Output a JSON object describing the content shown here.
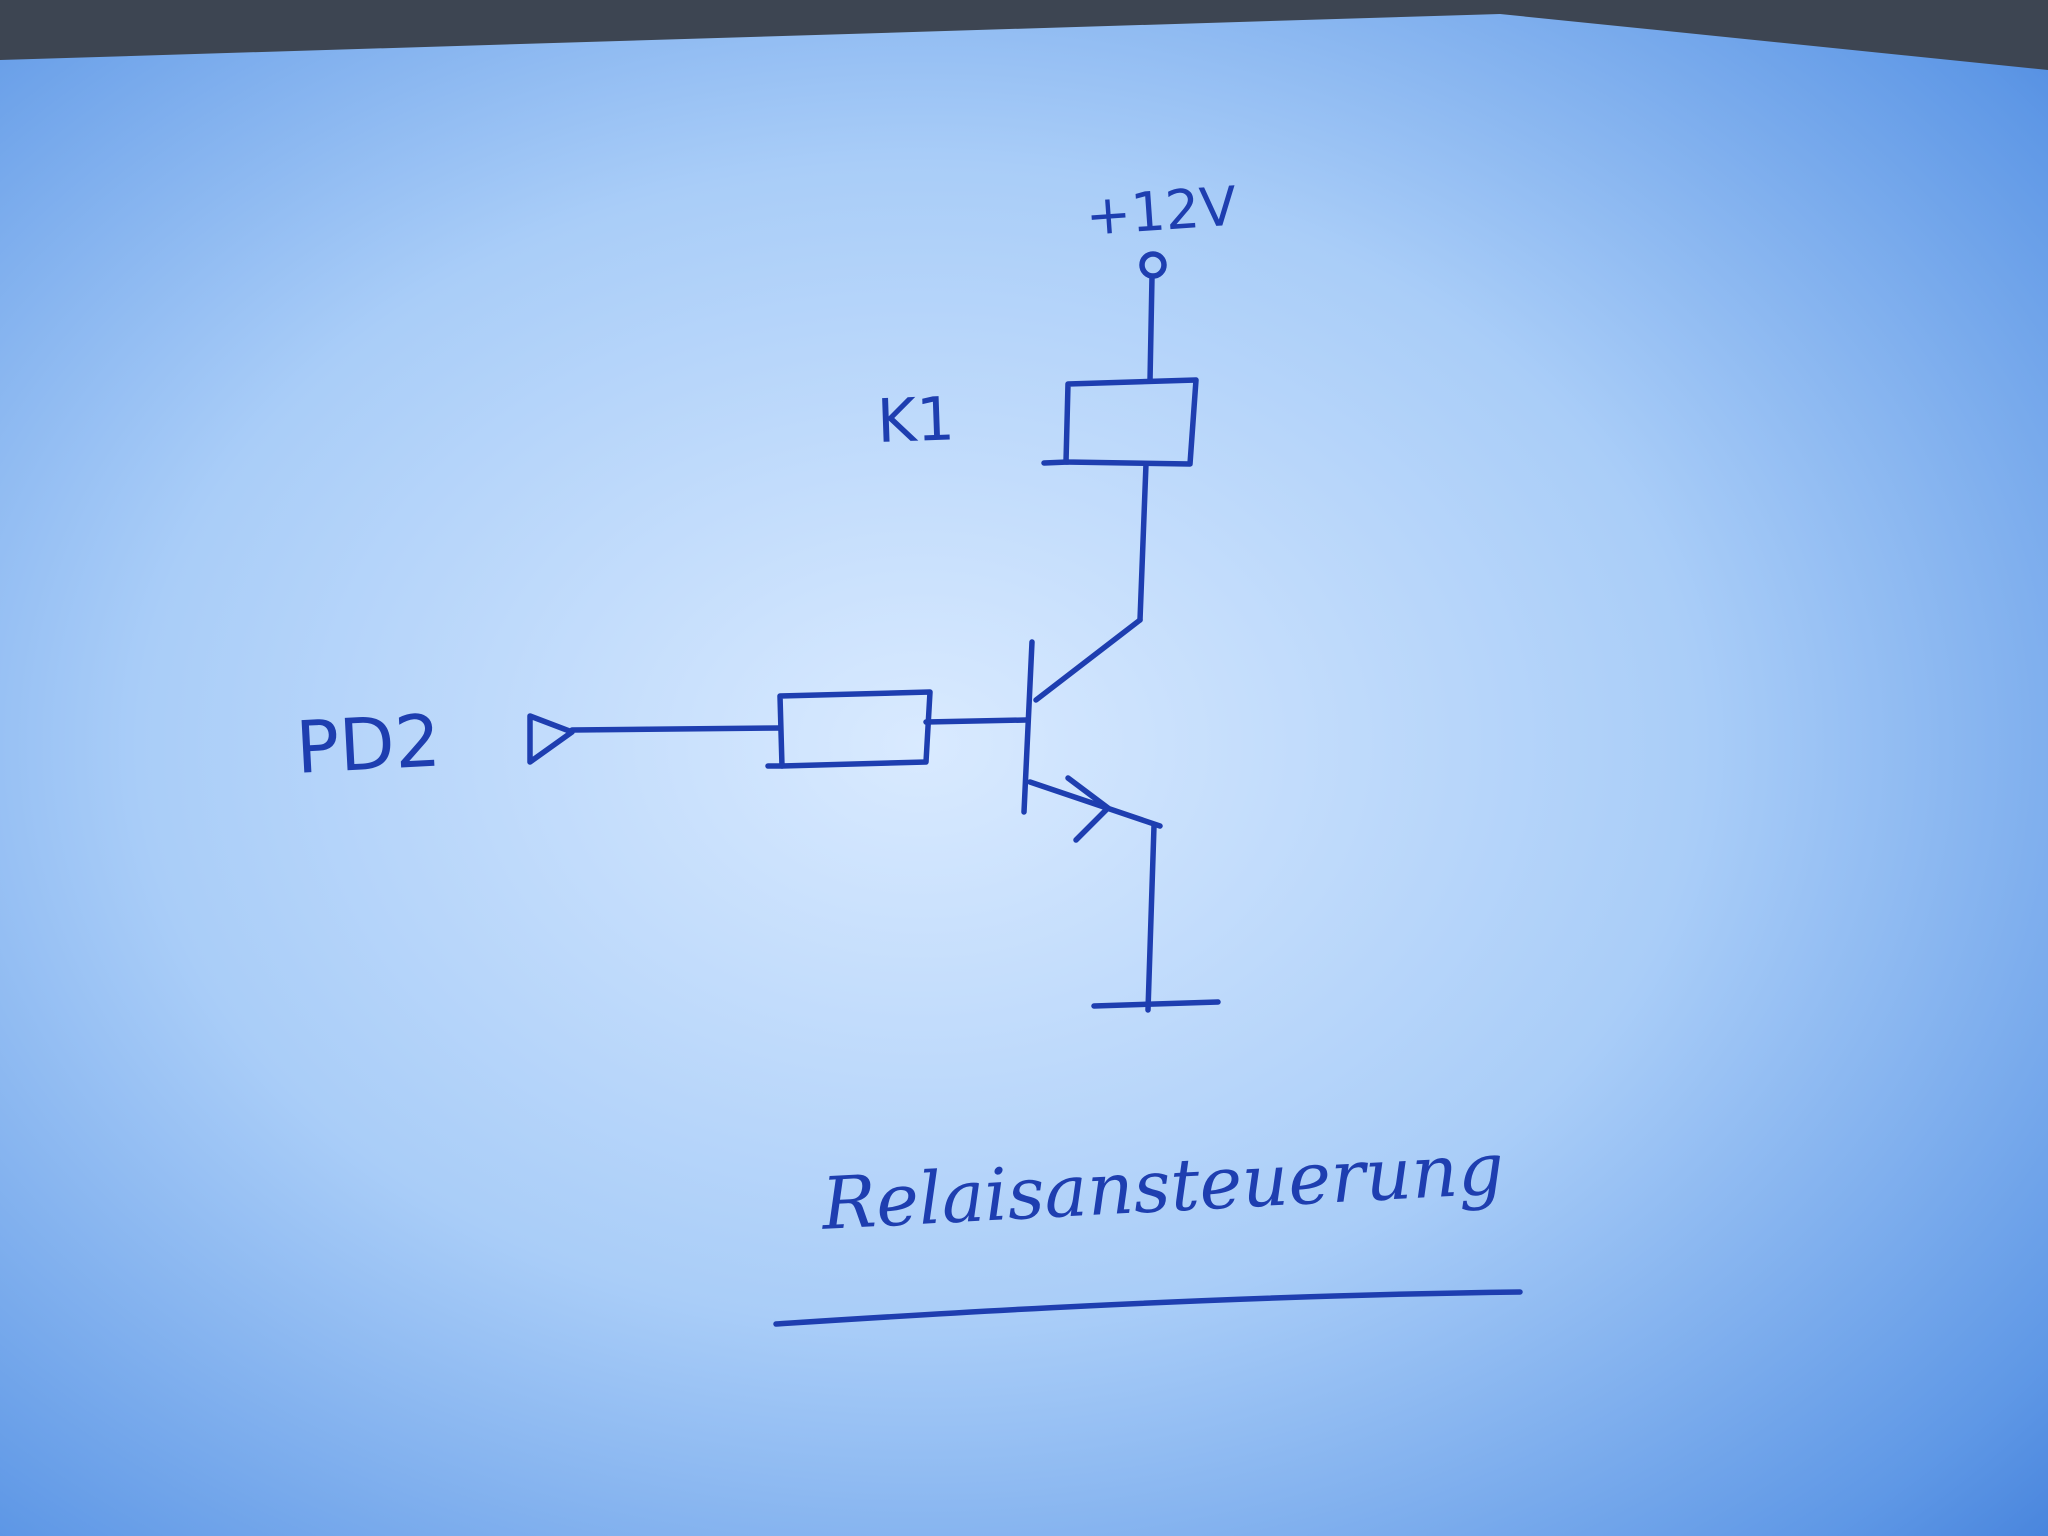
{
  "schematic": {
    "supply_label": "+12V",
    "relay_label": "K1",
    "input_label": "PD2",
    "title": "Relaisansteuerung"
  },
  "colors": {
    "ink": "#1e3eb0",
    "paper_light": "#d7e8ff",
    "paper_dark": "#2f6fd2",
    "background": "#3d4552"
  }
}
